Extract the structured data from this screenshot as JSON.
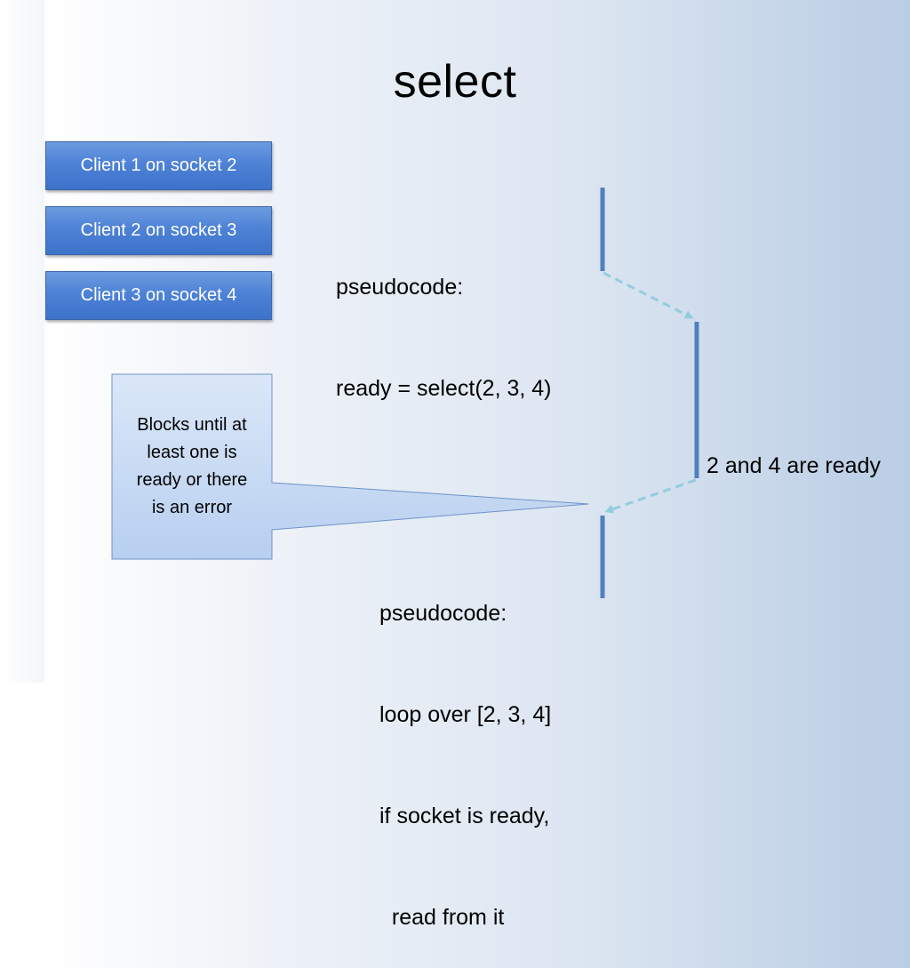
{
  "title": "select",
  "clients": [
    {
      "label": "Client 1 on socket 2"
    },
    {
      "label": "Client 2 on socket 3"
    },
    {
      "label": "Client 3 on socket 4"
    }
  ],
  "pseudocode_top": {
    "line1": "pseudocode:",
    "line2": "ready = select(2, 3, 4)"
  },
  "ready_label": "2 and 4 are ready",
  "callout": {
    "line1": "Blocks until at",
    "line2": "least one is",
    "line3": "ready or there",
    "line4": "is an error"
  },
  "pseudocode_bottom": {
    "line1": "pseudocode:",
    "line2": "loop over [2, 3, 4]",
    "line3": "if socket is ready,",
    "line4": "  read from it"
  },
  "colors": {
    "client_fill": "#4d82d6",
    "timeline": "#4f81bd",
    "arrow": "#93cddd",
    "callout_fill": "#c6d9f1"
  }
}
